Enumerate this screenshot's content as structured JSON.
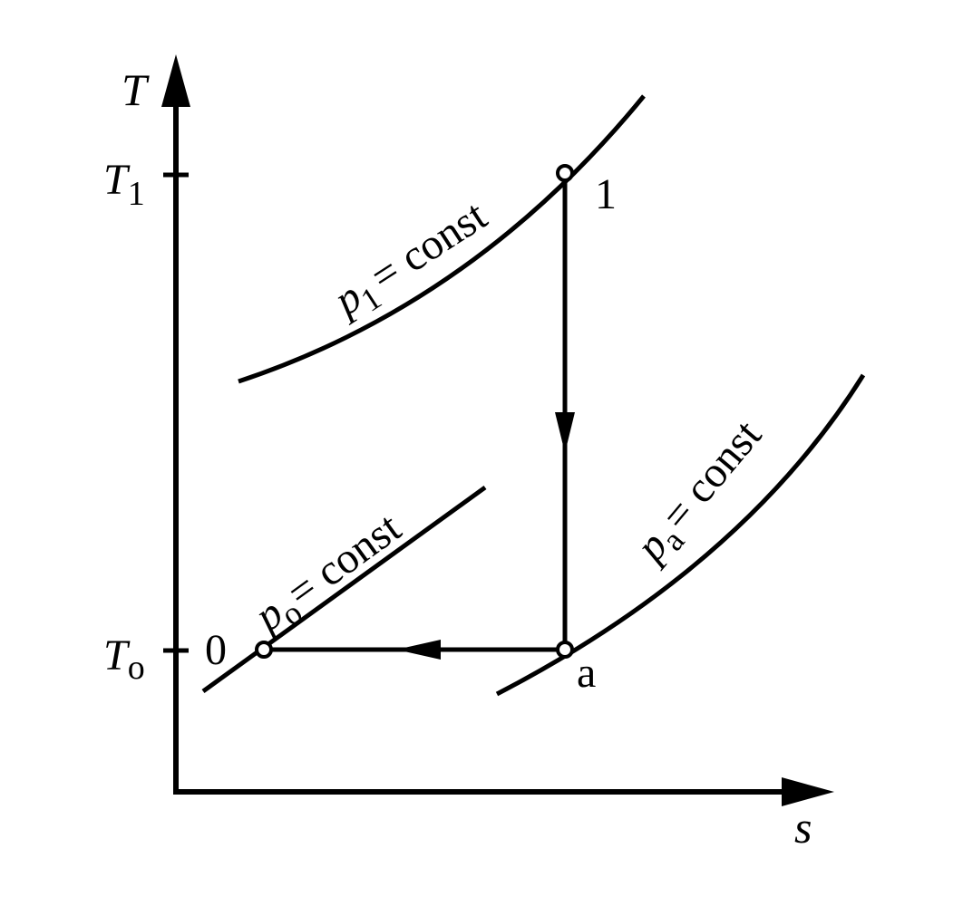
{
  "axes": {
    "y_label": "T",
    "x_label": "s",
    "ticks": [
      {
        "base": "T",
        "sub": "1"
      },
      {
        "base": "T",
        "sub": "o"
      }
    ]
  },
  "curves": [
    {
      "var": "p",
      "sub": "1",
      "eq": "= const"
    },
    {
      "var": "p",
      "sub": "o",
      "eq": "= const"
    },
    {
      "var": "p",
      "sub": "a",
      "eq": "= const"
    }
  ],
  "points": [
    {
      "label": "1"
    },
    {
      "label": "a"
    },
    {
      "label": "0"
    }
  ],
  "colors": {
    "ink": "#000000",
    "background": "#ffffff"
  }
}
